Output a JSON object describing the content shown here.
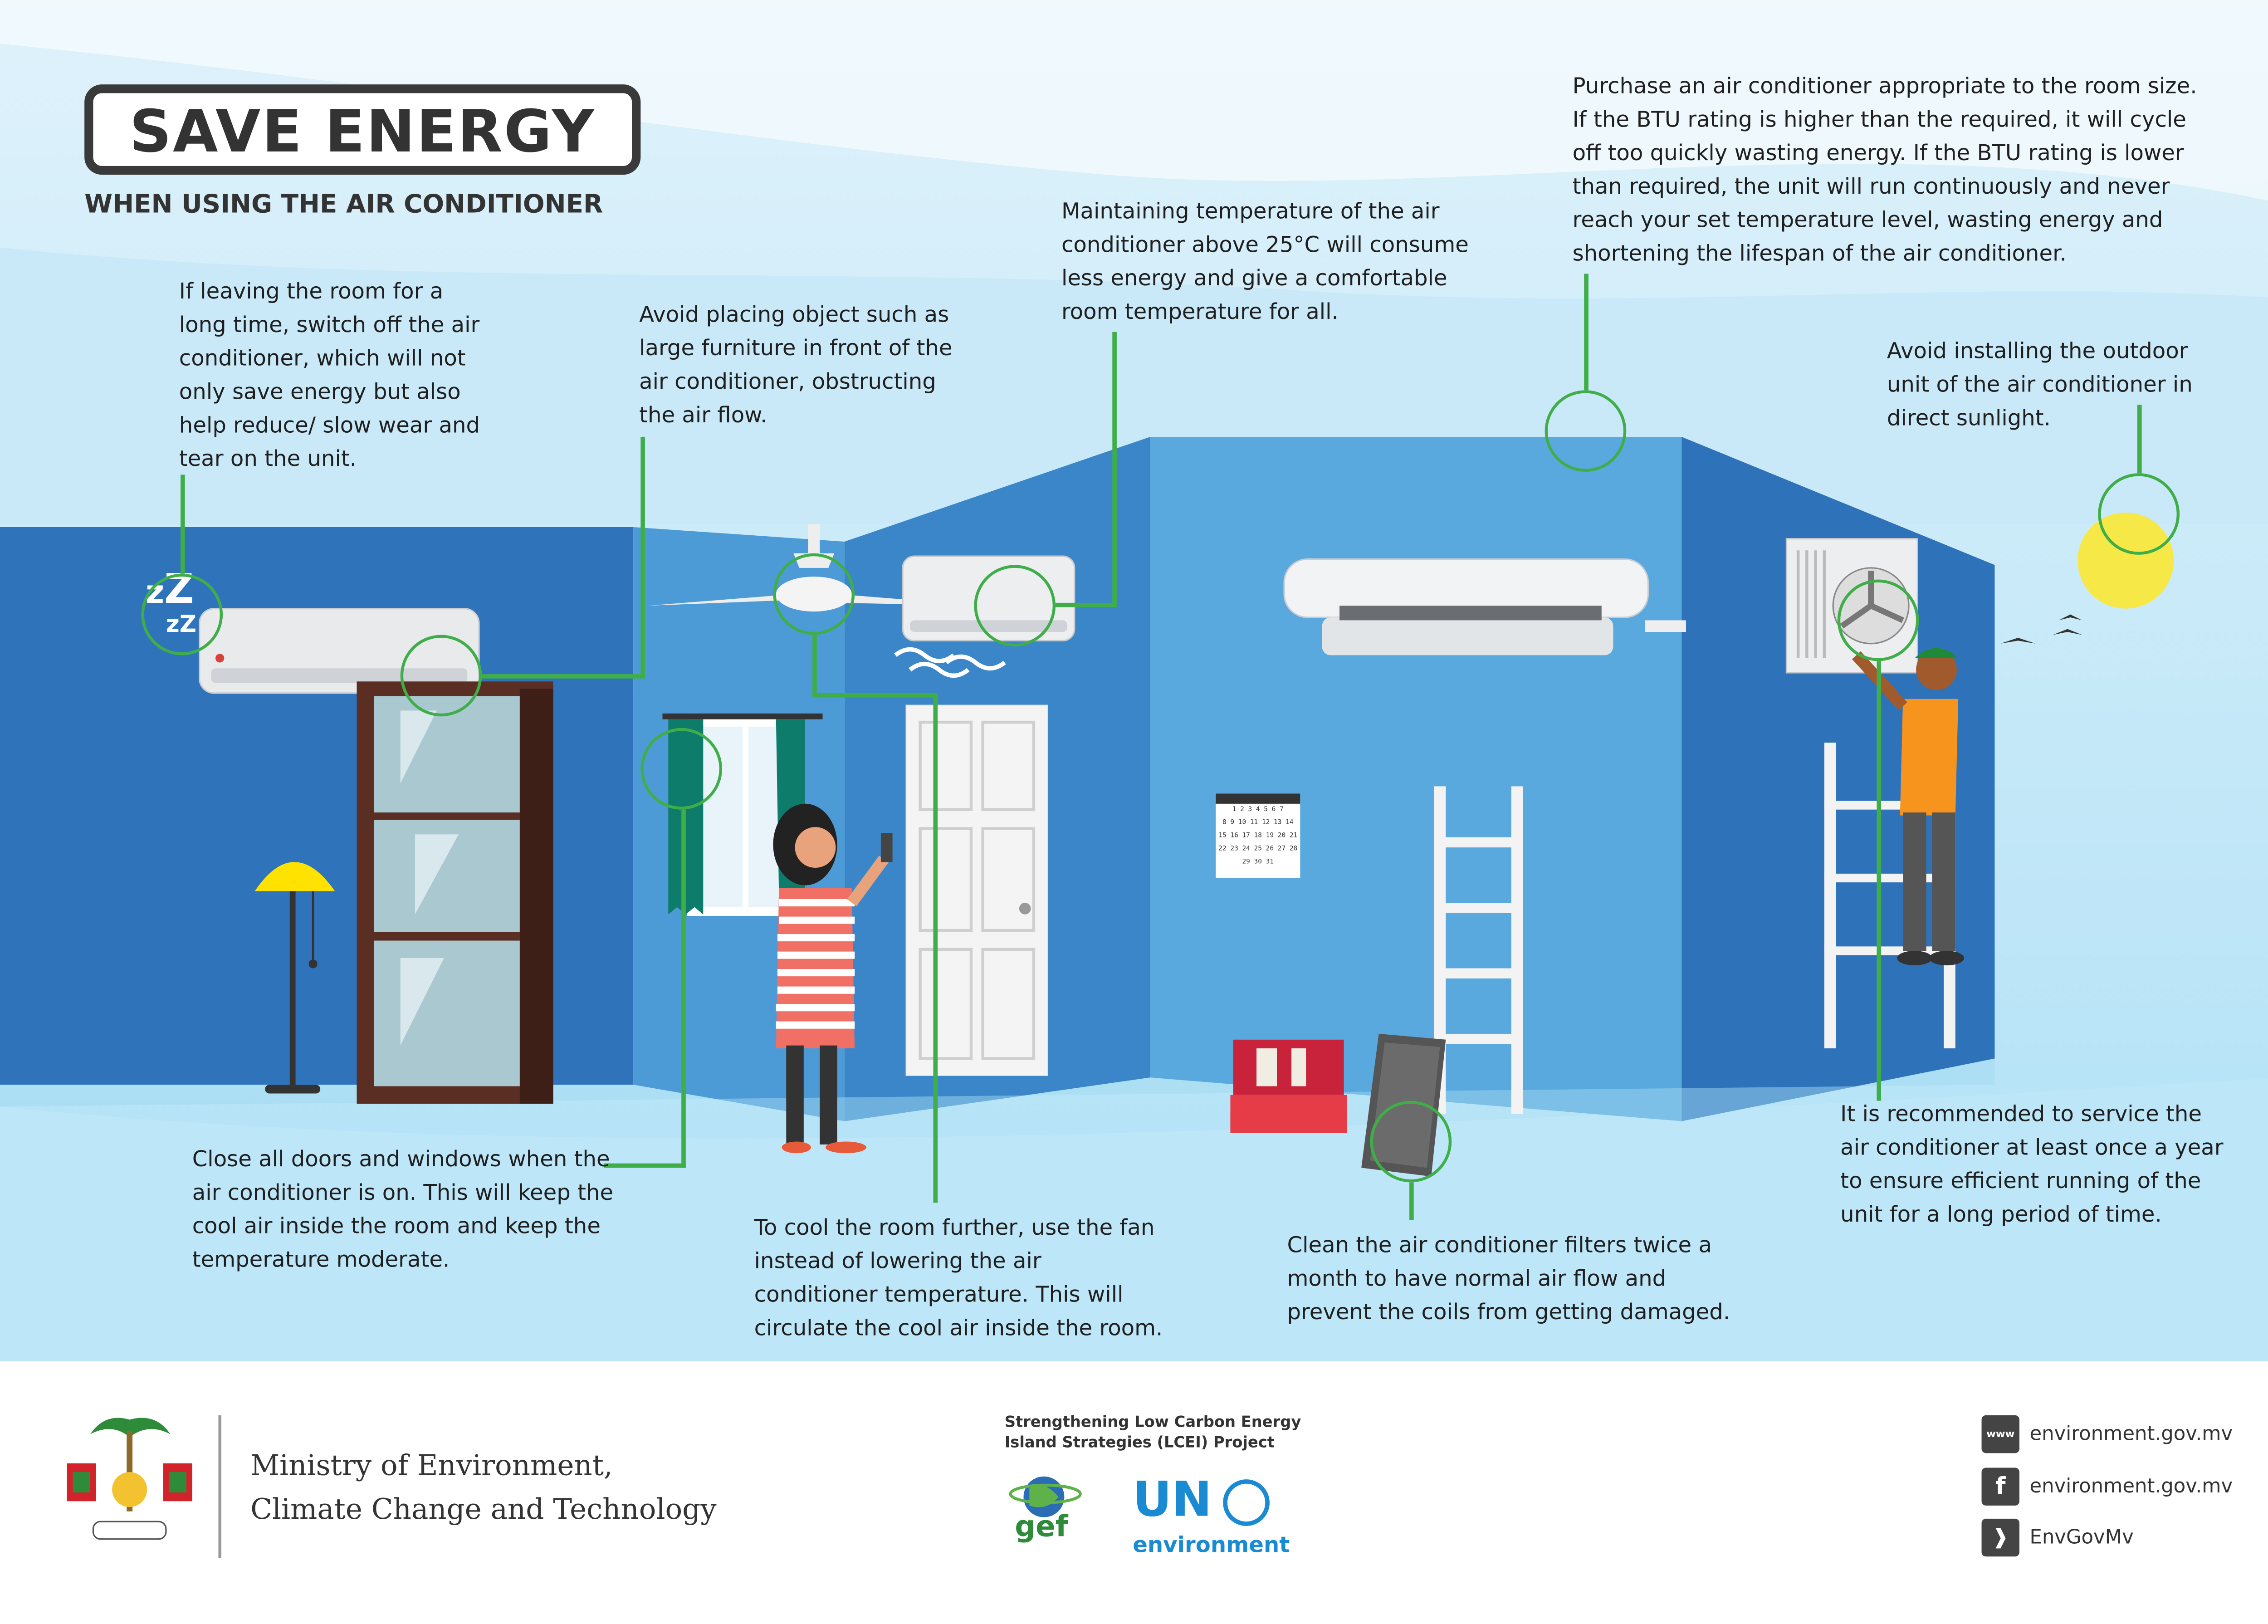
{
  "header": {
    "title": "SAVE ENERGY",
    "subtitle": "WHEN USING THE AIR CONDITIONER"
  },
  "tips": {
    "leave_room": "If leaving the room for a long time, switch off the air conditioner, which will not only save energy but also help reduce/ slow wear and tear on the unit.",
    "furniture": "Avoid placing object such as large furniture in front of the air conditioner, obstructing the air flow.",
    "temperature": "Maintaining temperature of the air conditioner above 25°C will consume less energy and give a comfortable room temperature for all.",
    "room_size": "Purchase an air conditioner appropriate to the room size. If the BTU rating is higher than the required, it will cycle off too quickly wasting energy. If the BTU rating is lower than required, the unit will run continuously and never reach your set temperature level, wasting energy and shortening the lifespan of the air conditioner.",
    "sunlight": "Avoid installing the outdoor unit of the air conditioner in direct sunlight.",
    "doors": "Close all doors and windows when the air conditioner is on. This will keep the cool air inside the room and keep the temperature moderate.",
    "fan": "To cool the room further, use the fan instead of lowering the air conditioner temperature. This will circulate the cool air inside the room.",
    "filters": "Clean the air conditioner filters twice a month to have normal air flow and prevent the coils from getting damaged.",
    "service": "It is recommended to service the air conditioner at least once a year to ensure efficient running of the unit for a long period of time."
  },
  "calendar": {
    "rows": [
      "1 2 3 4 5 6 7",
      "8 9 10 11 12 13 14",
      "15 16 17 18 19 20 21",
      "22 23 24 25 26 27 28",
      "29 30 31"
    ]
  },
  "footer": {
    "ministry_line1": "Ministry of Environment,",
    "ministry_line2": "Climate Change and Technology",
    "project_line1": "Strengthening Low Carbon Energy",
    "project_line2": "Island Strategies (LCEI) Project",
    "gef": "gef",
    "un": "UN",
    "un_sub": "environment",
    "social": {
      "website_icon": "www",
      "website": "environment.gov.mv",
      "facebook": "environment.gov.mv",
      "twitter": "EnvGovMv"
    }
  },
  "colors": {
    "wall_dark": "#2d6fb7",
    "wall_light": "#5aa6dc",
    "sky": "#c6e7f7",
    "accent_green": "#3fae49"
  }
}
